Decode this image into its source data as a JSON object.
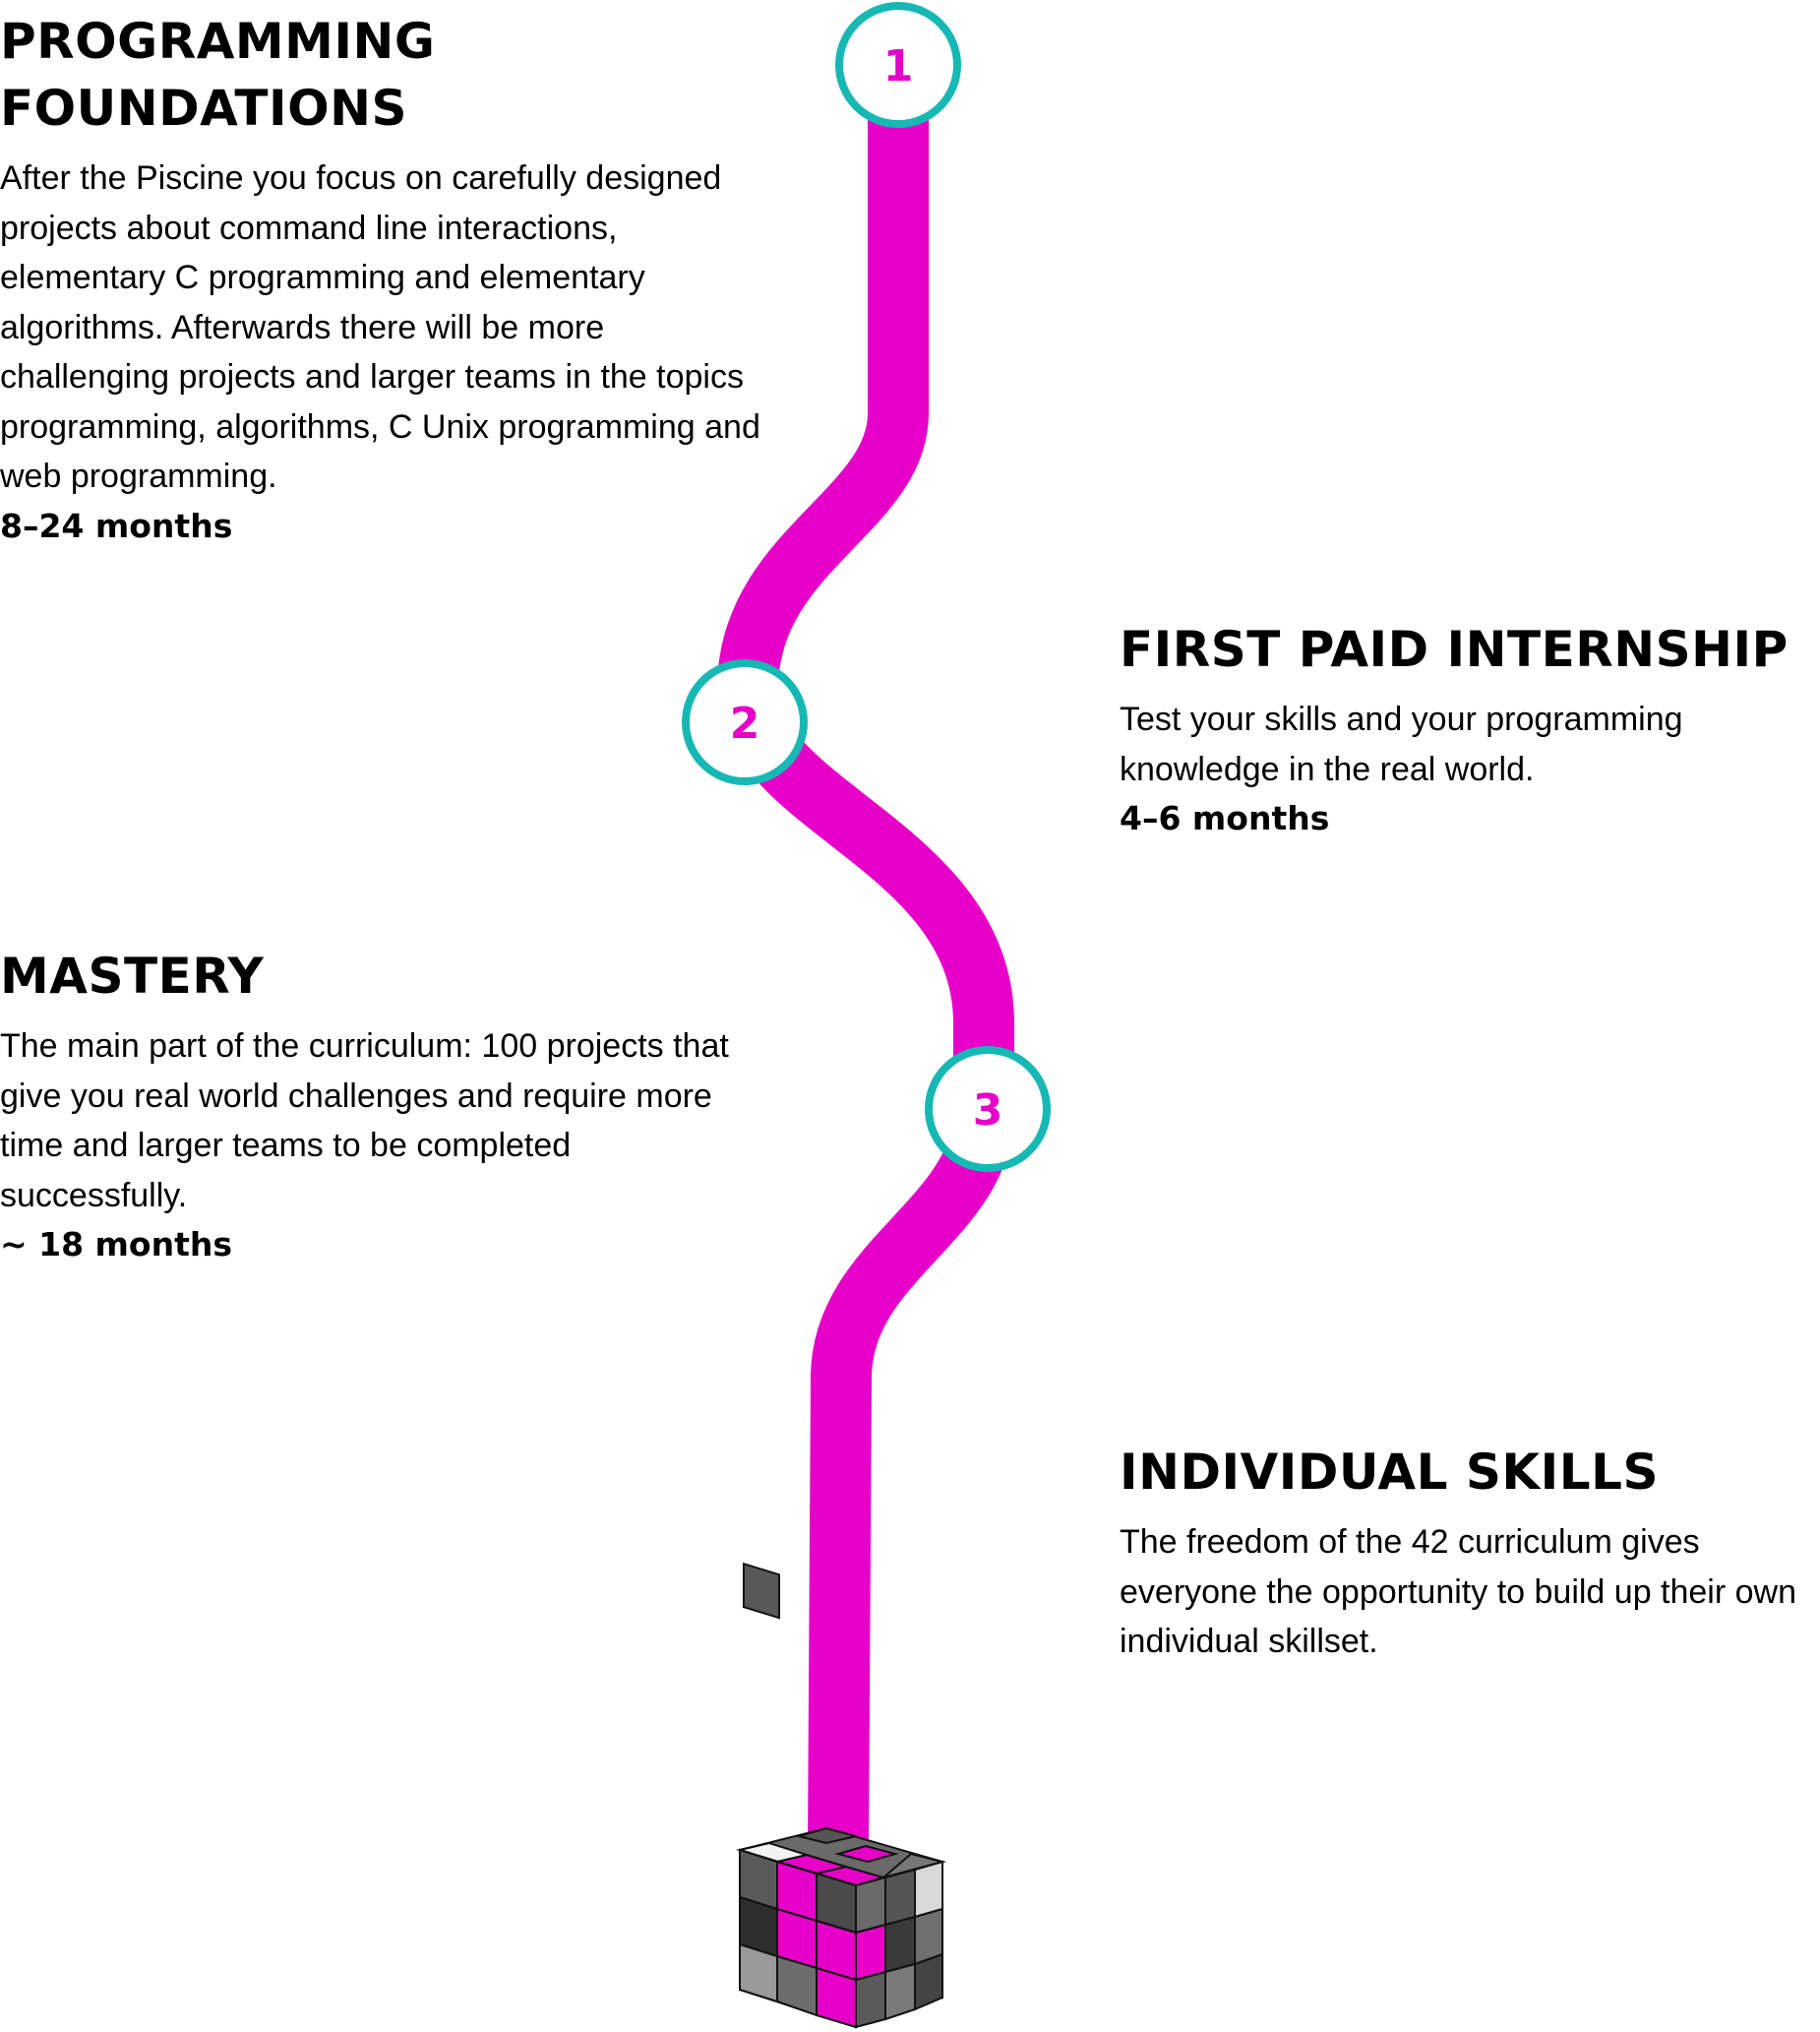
{
  "colors": {
    "path": "#e600c8",
    "ring": "#17b8b4",
    "number": "#e600c8",
    "text": "#000000"
  },
  "steps": [
    {
      "number": "1"
    },
    {
      "number": "2"
    },
    {
      "number": "3"
    }
  ],
  "sections": [
    {
      "title": "PROGRAMMING FOUNDATIONS",
      "description": "After the Piscine you focus on carefully designed projects about command line interactions, elementary C programming and elementary algorithms. Afterwards there will be more challenging projects and larger teams in the topics programming, algorithms, C Unix programming and web programming.",
      "duration": "8–24 months"
    },
    {
      "title": "FIRST PAID INTERNSHIP",
      "description": "Test your skills and your programming knowledge in the real world.",
      "duration": "4–6 months"
    },
    {
      "title": "MASTERY",
      "description": "The main part of the curriculum: 100 projects that give you real world challenges and require more time and larger teams to be completed successfully.",
      "duration": "~ 18 months"
    },
    {
      "title": "INDIVIDUAL SKILLS",
      "description": "The freedom of the 42 curriculum gives everyone the opportunity to build up their own individual skillset.",
      "duration": ""
    }
  ],
  "icons": {
    "cube": "rubiks-cube-icon"
  }
}
